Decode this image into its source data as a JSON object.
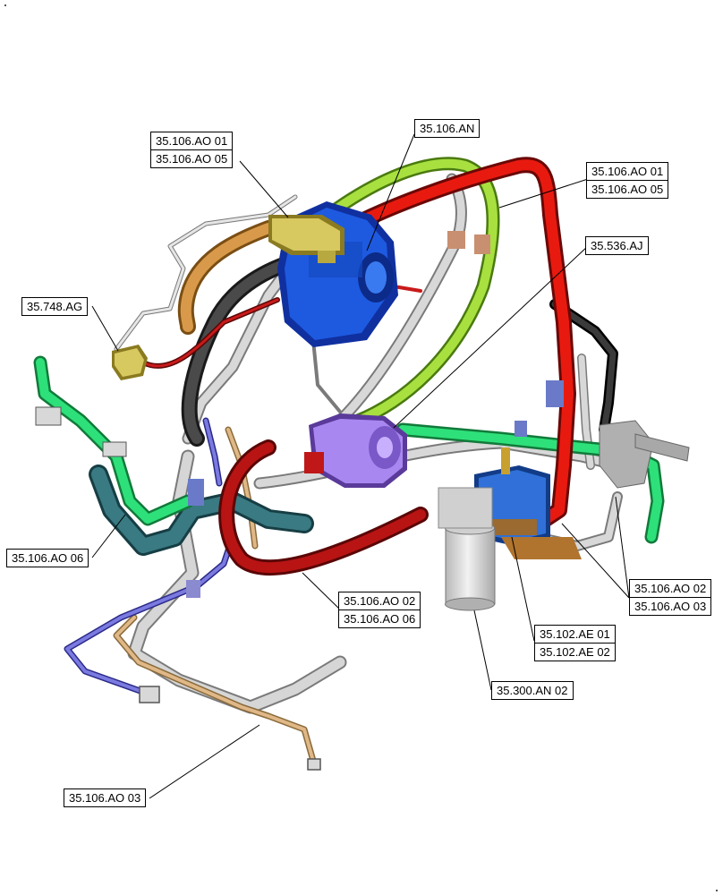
{
  "diagram": {
    "callouts": [
      {
        "id": "c1",
        "labels": [
          "35.106.AO 01",
          "35.106.AO 05"
        ]
      },
      {
        "id": "c2",
        "labels": [
          "35.106.AN"
        ]
      },
      {
        "id": "c3",
        "labels": [
          "35.106.AO 01",
          "35.106.AO 05"
        ]
      },
      {
        "id": "c4",
        "labels": [
          "35.536.AJ"
        ]
      },
      {
        "id": "c5",
        "labels": [
          "35.748.AG"
        ]
      },
      {
        "id": "c6",
        "labels": [
          "35.106.AO 06"
        ]
      },
      {
        "id": "c7",
        "labels": [
          "35.106.AO 02",
          "35.106.AO 03"
        ]
      },
      {
        "id": "c8",
        "labels": [
          "35.106.AO 02",
          "35.106.AO 06"
        ]
      },
      {
        "id": "c9",
        "labels": [
          "35.102.AE 01",
          "35.102.AE 02"
        ]
      },
      {
        "id": "c10",
        "labels": [
          "35.300.AN 02"
        ]
      },
      {
        "id": "c11",
        "labels": [
          "35.106.AO 03"
        ]
      }
    ]
  },
  "colors": {
    "pipe_grey": "#c8c8c8",
    "hose_red": "#d61a12",
    "hose_green": "#7ec41e",
    "hose_bright_green": "#1fd46a",
    "hose_black": "#333333",
    "hose_tan": "#c8965a",
    "hose_blue": "#5c5ccc",
    "hose_teal": "#2a6a70",
    "pump_blue": "#1a55d8",
    "motor_purple": "#9a78e0",
    "valve_blue": "#2a68c8",
    "brass": "#c8b850",
    "filter_grey": "#d8d8d8"
  }
}
